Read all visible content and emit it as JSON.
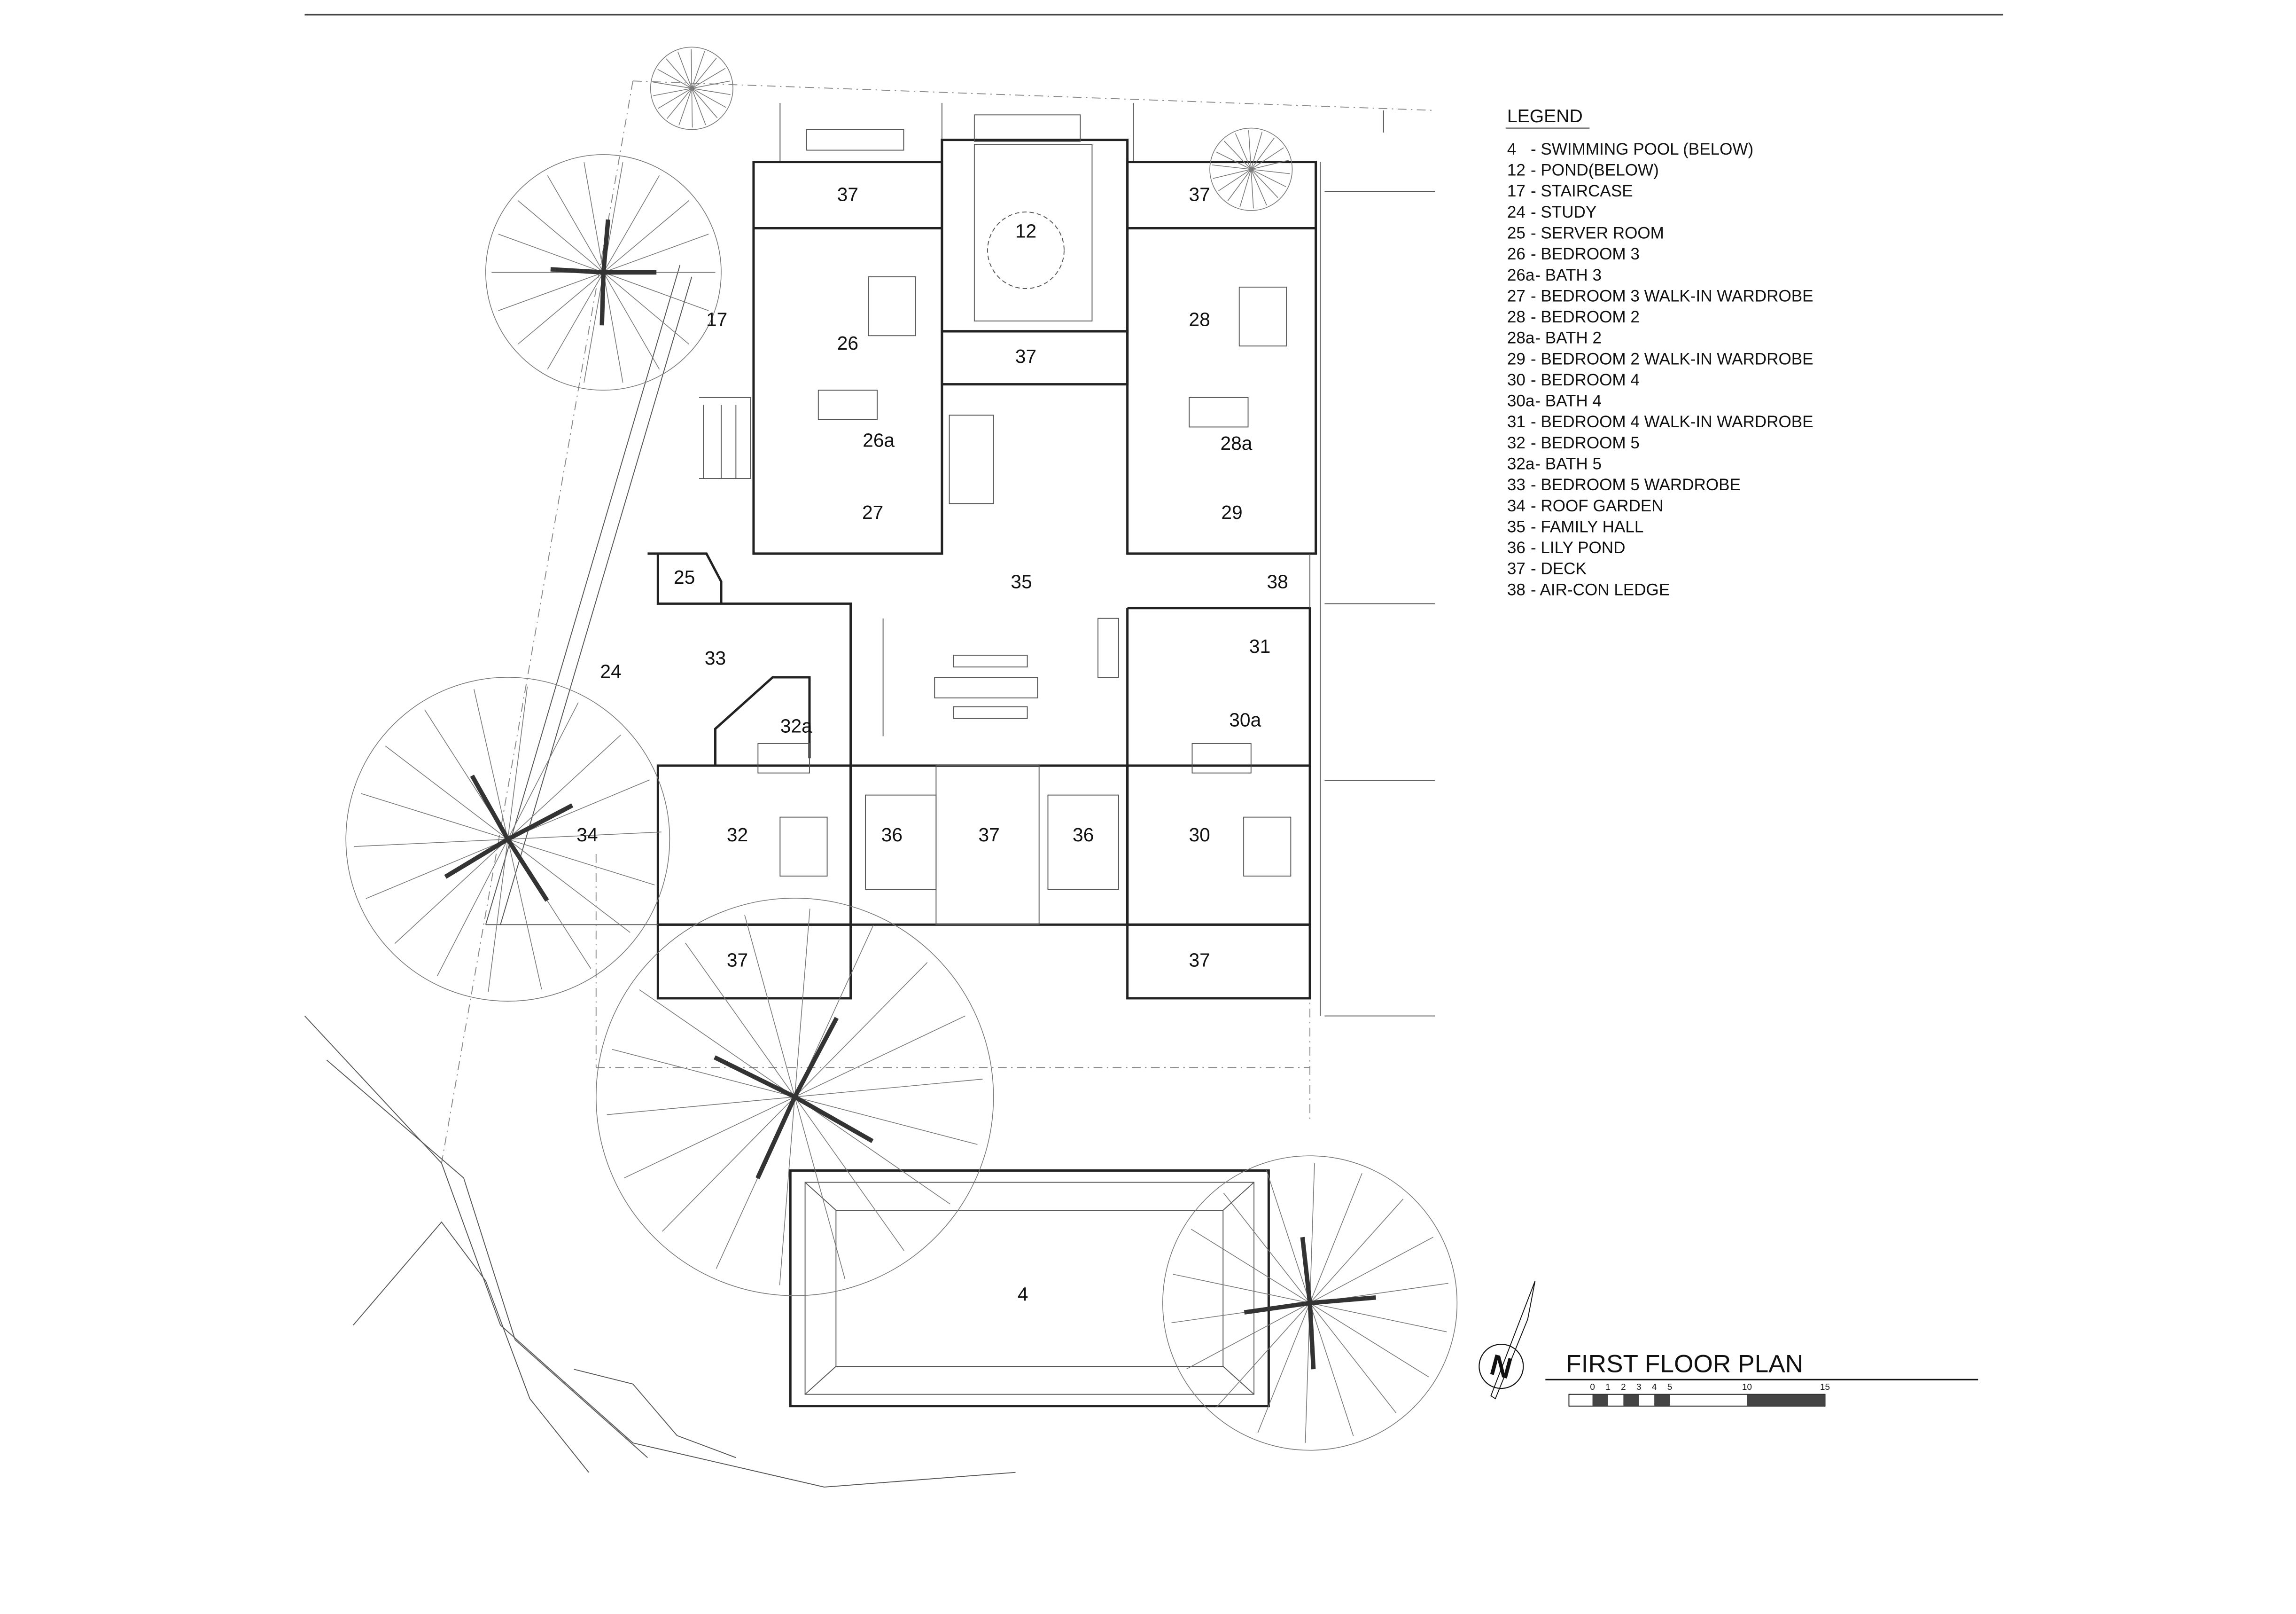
{
  "title": "FIRST FLOOR PLAN",
  "legend": {
    "heading": "LEGEND",
    "items": [
      {
        "code": "4",
        "label": "- SWIMMING POOL (BELOW)"
      },
      {
        "code": "12",
        "label": "- POND(BELOW)"
      },
      {
        "code": "17",
        "label": "- STAIRCASE"
      },
      {
        "code": "24",
        "label": "- STUDY"
      },
      {
        "code": "25",
        "label": "- SERVER ROOM"
      },
      {
        "code": "26",
        "label": "- BEDROOM 3"
      },
      {
        "code": "26a",
        "label": "- BATH 3"
      },
      {
        "code": "27",
        "label": "- BEDROOM 3 WALK-IN WARDROBE"
      },
      {
        "code": "28",
        "label": "- BEDROOM 2"
      },
      {
        "code": "28a",
        "label": "- BATH 2"
      },
      {
        "code": "29",
        "label": "- BEDROOM 2 WALK-IN WARDROBE"
      },
      {
        "code": "30",
        "label": "- BEDROOM 4"
      },
      {
        "code": "30a",
        "label": "- BATH 4"
      },
      {
        "code": "31",
        "label": "- BEDROOM 4 WALK-IN WARDROBE"
      },
      {
        "code": "32",
        "label": "- BEDROOM 5"
      },
      {
        "code": "32a",
        "label": "- BATH 5"
      },
      {
        "code": "33",
        "label": "- BEDROOM 5 WARDROBE"
      },
      {
        "code": "34",
        "label": "- ROOF GARDEN"
      },
      {
        "code": "35",
        "label": "- FAMILY HALL"
      },
      {
        "code": "36",
        "label": "- LILY POND"
      },
      {
        "code": "37",
        "label": "- DECK"
      },
      {
        "code": "38",
        "label": "- AIR-CON LEDGE"
      }
    ]
  },
  "rooms": [
    "37",
    "12",
    "37",
    "17",
    "26",
    "37",
    "28",
    "26a",
    "28a",
    "27",
    "29",
    "35",
    "25",
    "38",
    "33",
    "24",
    "31",
    "32a",
    "30a",
    "34",
    "32",
    "36",
    "37",
    "36",
    "30",
    "37",
    "37",
    "4"
  ],
  "scale_bar": {
    "ticks": [
      "0",
      "1",
      "2",
      "3",
      "4",
      "5",
      "10",
      "15"
    ]
  },
  "north_arrow": "N"
}
